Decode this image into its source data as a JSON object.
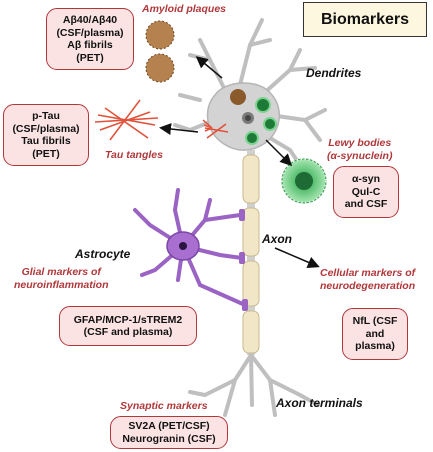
{
  "title": "Biomarkers",
  "marker_boxes": {
    "amyloid": [
      "Aβ40/Aβ40",
      "(CSF/plasma)",
      "Aβ fibrils",
      "(PET)"
    ],
    "tau": [
      "p-Tau",
      "(CSF/plasma)",
      "Tau fibrils",
      "(PET)"
    ],
    "synuclein": [
      "α-syn",
      "Qul-C",
      "and CSF"
    ],
    "glial": [
      "GFAP/MCP-1/sTREM2",
      "(CSF and plasma)"
    ],
    "nfl": [
      "NfL (CSF",
      "and",
      "plasma)"
    ],
    "synaptic": [
      "SV2A (PET/CSF)",
      "Neurogranin (CSF)"
    ]
  },
  "category_labels": {
    "amyloid": [
      "Amyloid plaques"
    ],
    "tau": [
      "Tau tangles"
    ],
    "lewy": [
      "Lewy bodies",
      "(α-synuclein)"
    ],
    "glial": [
      "Glial markers of",
      "neuroinflammation"
    ],
    "cellular": [
      "Cellular markers of",
      "neurodegeneration"
    ],
    "synaptic": [
      "Synaptic markers"
    ]
  },
  "structure_labels": {
    "dendrites": "Dendrites",
    "axon": "Axon",
    "astrocyte": "Astrocyte",
    "axon_terminals": "Axon terminals"
  },
  "colors": {
    "accent_red": "#b0383b",
    "box_fill": "#fbe3e3",
    "title_fill": "#fdf7e0",
    "neuron_gray": "#d3d3d3",
    "myelin": "#f1e7c6",
    "astrocyte": "#9a63c4",
    "lewy_green": "#4fb968"
  }
}
